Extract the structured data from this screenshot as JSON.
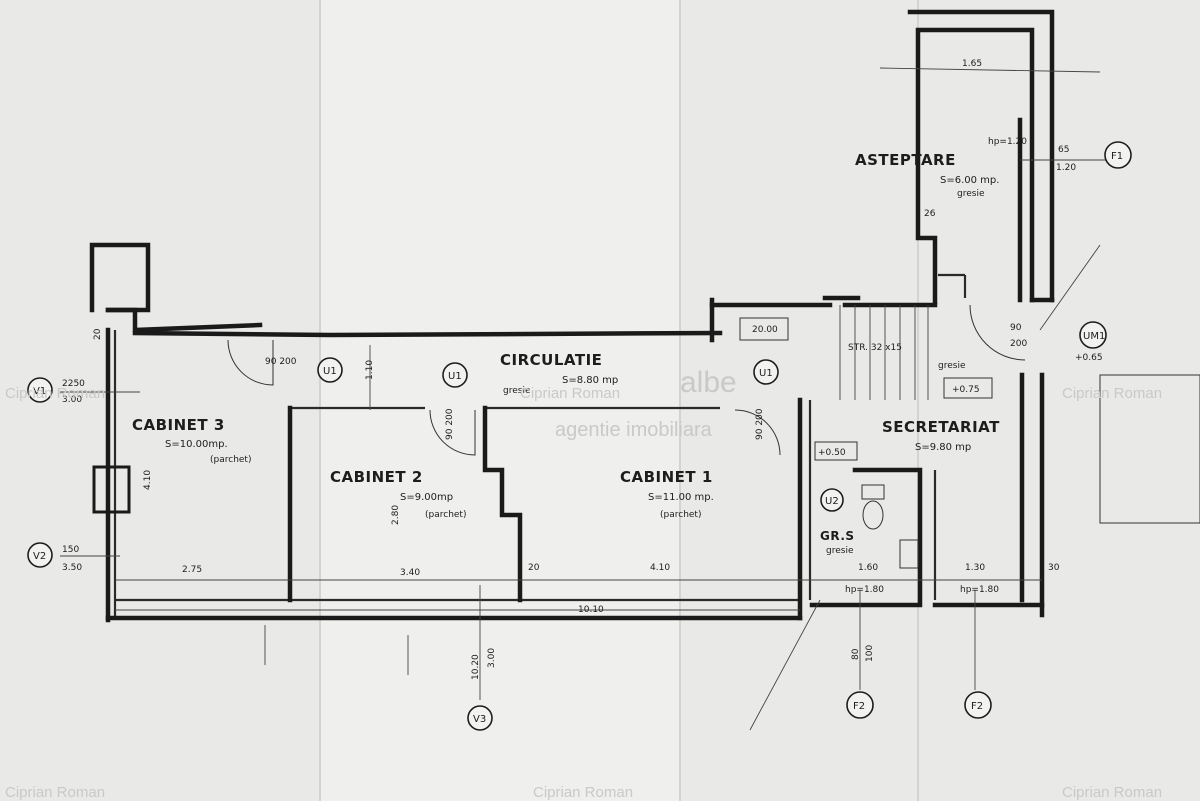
{
  "rooms": {
    "cabinet3": {
      "name": "CABINET 3",
      "area": "S=10.00mp.",
      "floor": "(parchet)"
    },
    "cabinet2": {
      "name": "CABINET 2",
      "area": "S=9.00mp",
      "floor": "(parchet)"
    },
    "cabinet1": {
      "name": "CABINET 1",
      "area": "S=11.00 mp.",
      "floor": "(parchet)"
    },
    "circulatie": {
      "name": "CIRCULATIE",
      "area": "S=8.80 mp",
      "floor": "gresie"
    },
    "asteptare": {
      "name": "ASTEPTARE",
      "area": "S=6.00 mp.",
      "floor": "gresie"
    },
    "secretariat": {
      "name": "SECRETARIAT",
      "area": "S=9.80 mp",
      "floor": "gresie"
    },
    "gr_s": {
      "name": "GR.S",
      "floor": "gresie"
    }
  },
  "markers": {
    "v1": "V1",
    "v2": "V2",
    "v3": "V3",
    "u1": "U1",
    "u2": "U2",
    "f1": "F1",
    "f2": "F2",
    "um1": "UM1"
  },
  "dimensions": {
    "d_275": "2.75",
    "d_340": "3.40",
    "d_410": "4.10",
    "d_160": "1.60",
    "d_130": "1.30",
    "d_20": "20",
    "d_30": "30",
    "d_1010": "10.10",
    "d_165": "1.65",
    "d_65": "65",
    "d_120": "1.20",
    "d_90": "90",
    "d_200": "200",
    "d_2250": "2250",
    "d_300": "3.00",
    "d_150": "150",
    "d_350": "3.50",
    "d_1020": "10.20",
    "d_300b": "3.00",
    "d_80": "80",
    "d_100": "100",
    "d_2000": "20.00",
    "d_26": "26",
    "d_280": "2.80",
    "d_110": "1.10",
    "d_410v": "4.10",
    "d_20v": "20"
  },
  "annotations": {
    "hp_120": "hp=1.20",
    "hp_180a": "hp=1.80",
    "hp_180b": "hp=1.80",
    "str": "STR. 32 x15",
    "lvl_065": "+0.65",
    "lvl_075": "+0.75",
    "lvl_050": "+0.50",
    "gresie_hall": "gresie",
    "d_90_200a": "90 200",
    "d_90_200b": "90 200",
    "d_90_200c": "90 200"
  },
  "watermarks": {
    "author": "Ciprian Roman",
    "agency": "agentie imobiliara",
    "brand": "albe"
  }
}
